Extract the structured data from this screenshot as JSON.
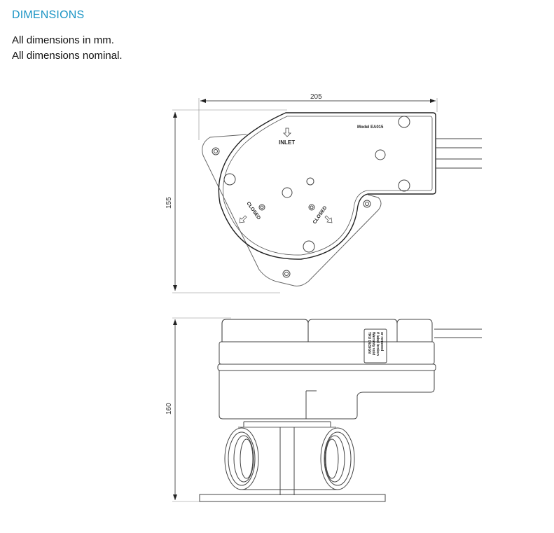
{
  "section": {
    "heading": "DIMENSIONS",
    "notes": [
      "All dimensions in mm.",
      "All dimensions nominal."
    ]
  },
  "drawing": {
    "top_view": {
      "width_dimension": "205",
      "height_dimension": "155",
      "model_label": "Model EA015",
      "inlet_label": "INLET",
      "closed_label_left": "CLOSED",
      "closed_label_right": "CLOSED"
    },
    "side_view": {
      "height_dimension": "160",
      "warning_label": [
        "TRU DESIGN",
        "Warranty void",
        "if label broken",
        "or removed"
      ]
    }
  }
}
